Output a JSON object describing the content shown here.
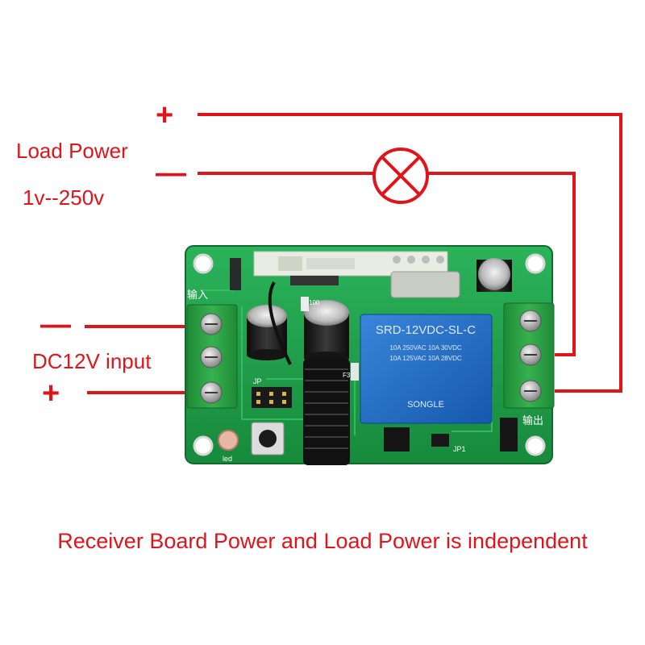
{
  "load": {
    "plus": "+",
    "title": "Load Power",
    "minus": "—",
    "range": "1v--250v"
  },
  "dc": {
    "minus": "—",
    "label": "DC12V input",
    "plus": "+"
  },
  "footer": "Receiver Board Power and Load Power is independent",
  "board": {
    "input_label": "输入",
    "output_label": "输出",
    "relay_model": "SRD-12VDC-SL-C",
    "relay_rating_1": "10A 250VAC  10A 30VDC",
    "relay_rating_2": "10A 125VAC  10A 28VDC",
    "relay_brand": "SONGLE",
    "led_label": "led",
    "jp_label": "JP",
    "jp1_label": "JP1",
    "resistor_label": "100",
    "f3_label": "F3"
  },
  "colors": {
    "wire": "#e0141b",
    "pcb": "#1f9e4a",
    "relay": "#1d6bc4",
    "terminal": "#2aa344"
  }
}
